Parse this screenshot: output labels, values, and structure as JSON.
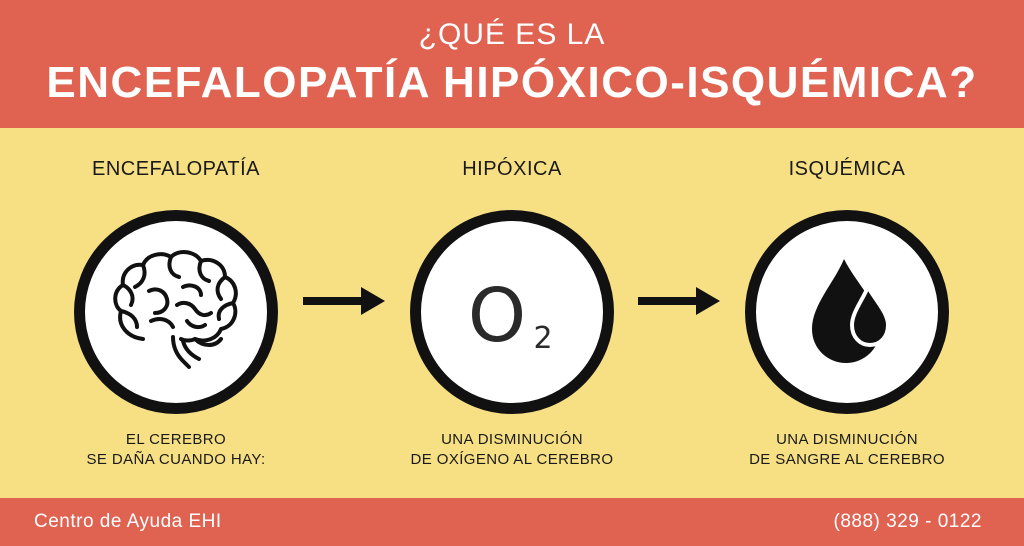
{
  "header": {
    "line1": "¿QUÉ ES LA",
    "line2": "ENCEFALOPATÍA HIPÓXICO-ISQUÉMICA?"
  },
  "columns": [
    {
      "title": "ENCEFALOPATÍA",
      "icon": "brain-icon",
      "desc_line1": "EL CEREBRO",
      "desc_line2": "SE DAÑA CUANDO HAY:"
    },
    {
      "title": "HIPÓXICA",
      "icon": "oxygen-o2-icon",
      "icon_text_main": "O",
      "icon_text_sub": "2",
      "desc_line1": "UNA DISMINUCIÓN",
      "desc_line2": "DE OXÍGENO AL CEREBRO"
    },
    {
      "title": "ISQUÉMICA",
      "icon": "blood-drop-icon",
      "desc_line1": "UNA DISMINUCIÓN",
      "desc_line2": "DE SANGRE AL CEREBRO"
    }
  ],
  "footer": {
    "left": "Centro de Ayuda EHI",
    "right": "(888) 329 - 0122"
  },
  "colors": {
    "header_bg": "#e06352",
    "main_bg": "#f7e083",
    "circle_border": "#111111",
    "text_dark": "#1a1a1a"
  }
}
